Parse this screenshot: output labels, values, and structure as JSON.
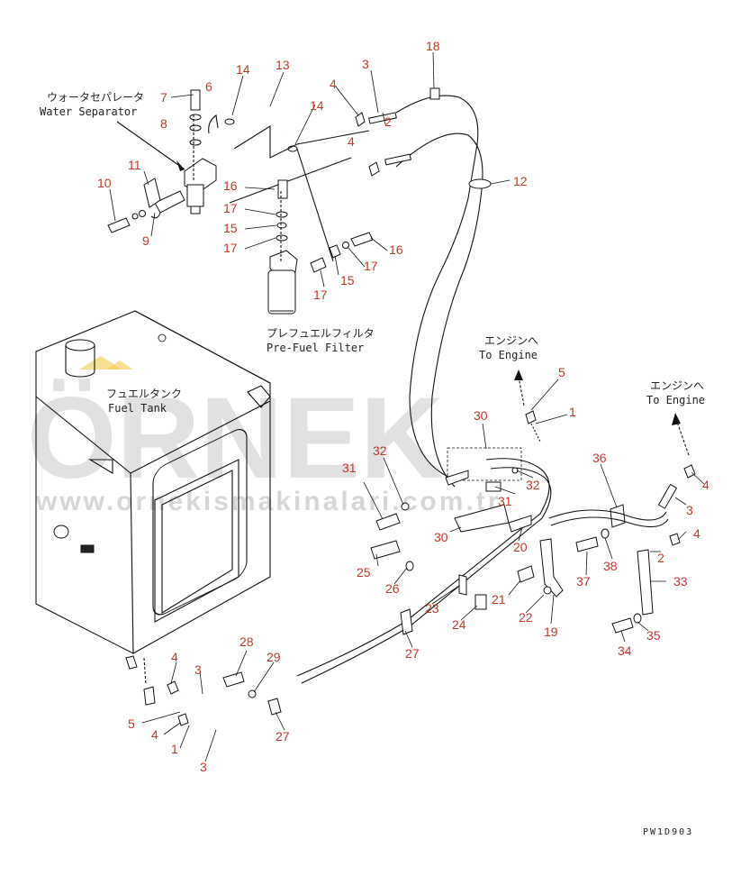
{
  "labels": {
    "water_separator_jp": "ウォータセパレータ",
    "water_separator_en": "Water Separator",
    "pre_fuel_filter_jp": "プレフュエルフィルタ",
    "pre_fuel_filter_en": "Pre-Fuel Filter",
    "fuel_tank_jp": "フュエルタンク",
    "fuel_tank_en": "Fuel Tank",
    "to_engine_jp_1": "エンジンへ",
    "to_engine_en_1": "To Engine",
    "to_engine_jp_2": "エンジンへ",
    "to_engine_en_2": "To Engine",
    "drawing_code": "PW1D903"
  },
  "watermark": {
    "brand": "ÖRNEK",
    "url": "www.ornekismakinalari.com.tr"
  },
  "callouts": {
    "n7": "7",
    "n6": "6",
    "n14a": "14",
    "n13": "13",
    "n3a": "3",
    "n18": "18",
    "n8": "8",
    "n4a": "4",
    "n14b": "14",
    "n2a": "2",
    "n4b": "4",
    "n11": "11",
    "n10": "10",
    "n9": "9",
    "n16a": "16",
    "n12": "12",
    "n17a": "17",
    "n15a": "15",
    "n17b": "17",
    "n16b": "16",
    "n17c": "17",
    "n15b": "15",
    "n17d": "17",
    "n5a": "5",
    "n1a": "1",
    "n30a": "30",
    "n32a": "32",
    "n31a": "31",
    "n31b": "31",
    "n32b": "32",
    "n36": "36",
    "n4c": "4",
    "n3b": "3",
    "n4d": "4",
    "n30b": "30",
    "n20": "20",
    "n25": "25",
    "n26": "26",
    "n21": "21",
    "n37": "37",
    "n38": "38",
    "n2b": "2",
    "n33": "33",
    "n23": "23",
    "n24": "24",
    "n22": "22",
    "n19": "19",
    "n27a": "27",
    "n34": "34",
    "n35": "35",
    "n28": "28",
    "n29": "29",
    "n4e": "4",
    "n3c": "3",
    "n5b": "5",
    "n4f": "4",
    "n1b": "1",
    "n27b": "27",
    "n3d": "3"
  },
  "colors": {
    "callout": "#c0392b",
    "line": "#111111",
    "watermark": "#c9c9c9"
  }
}
